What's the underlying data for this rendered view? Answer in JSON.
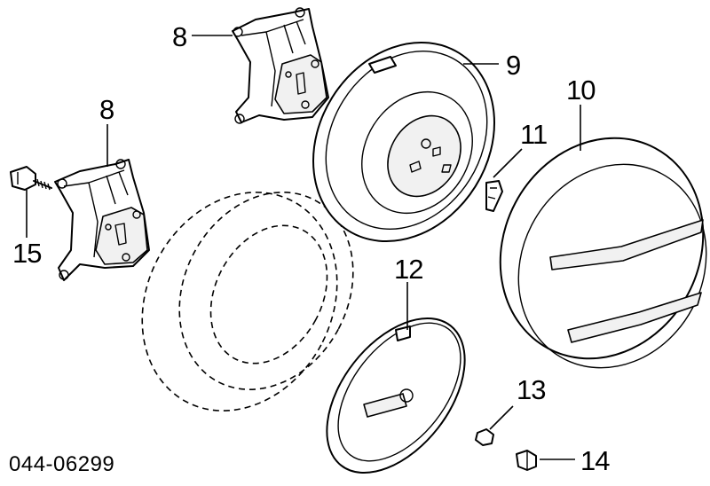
{
  "diagram": {
    "callouts": [
      {
        "id": "8a",
        "text": "8"
      },
      {
        "id": "8b",
        "text": "8"
      },
      {
        "id": "9",
        "text": "9"
      },
      {
        "id": "10",
        "text": "10"
      },
      {
        "id": "11",
        "text": "11"
      },
      {
        "id": "12",
        "text": "12"
      },
      {
        "id": "13",
        "text": "13"
      },
      {
        "id": "14",
        "text": "14"
      },
      {
        "id": "15",
        "text": "15"
      }
    ],
    "diagram_code": "044-06299"
  }
}
